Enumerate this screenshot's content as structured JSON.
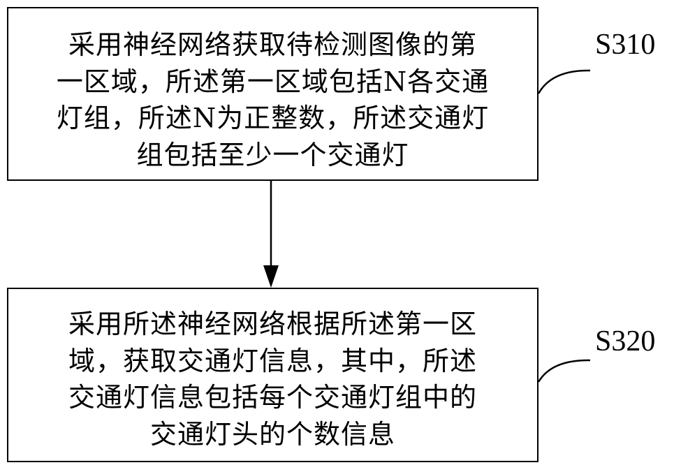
{
  "steps": [
    {
      "label": "S310",
      "lines": [
        "采用神经网络获取待检测图像的第",
        "一区域，所述第一区域包括N各交通",
        "灯组，所述N为正整数，所述交通灯",
        "组包括至少一个交通灯"
      ]
    },
    {
      "label": "S320",
      "lines": [
        "采用所述神经网络根据所述第一区",
        "域，获取交通灯信息，其中，所述",
        "交通灯信息包括每个交通灯组中的",
        "交通灯头的个数信息"
      ]
    }
  ]
}
